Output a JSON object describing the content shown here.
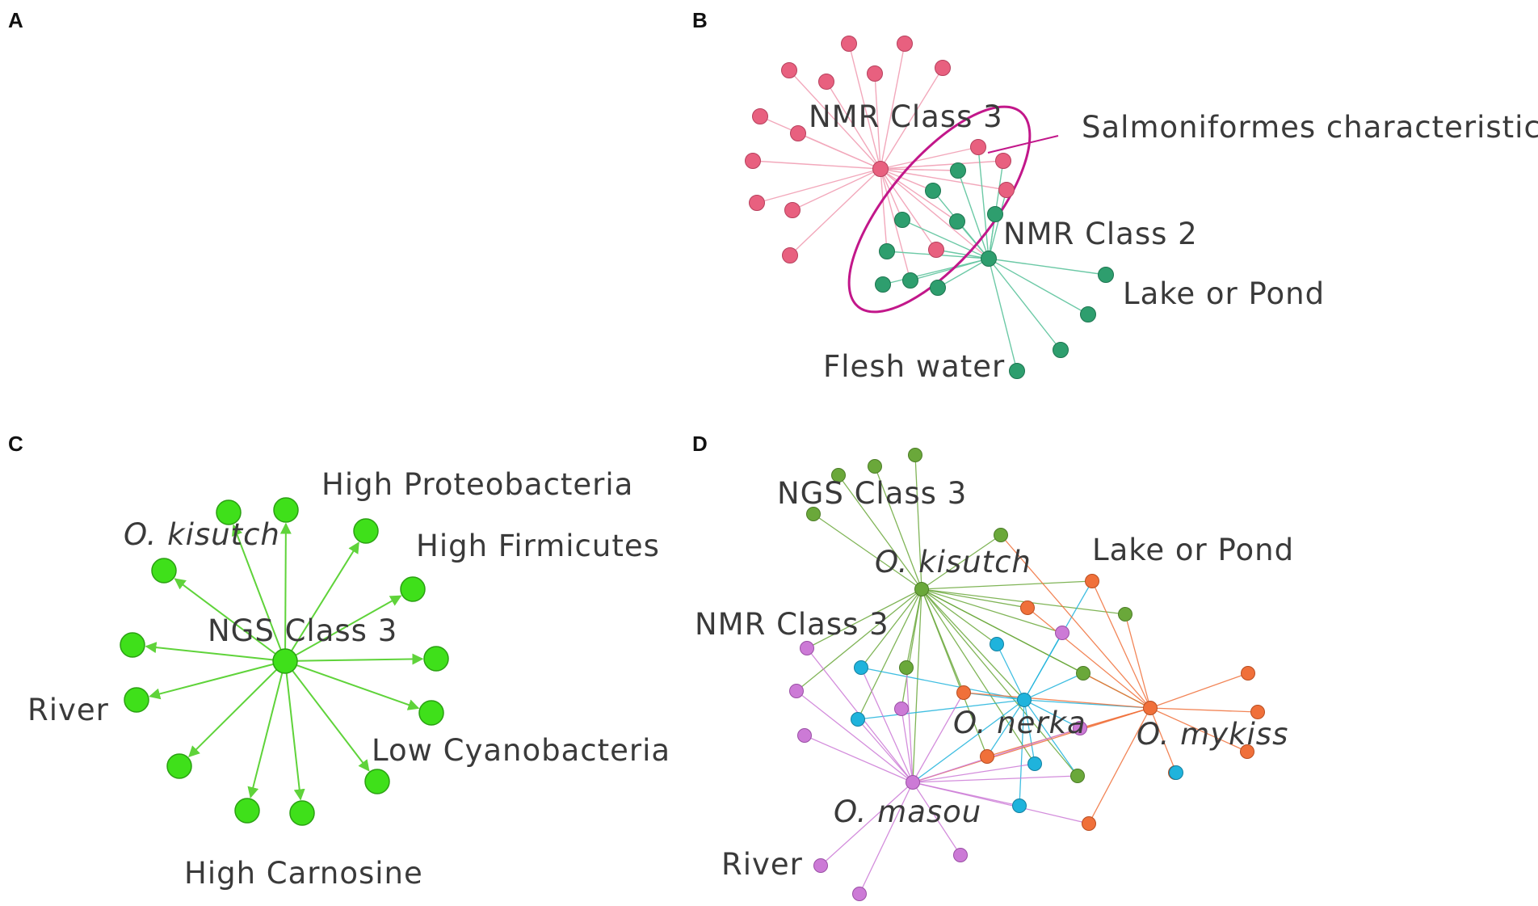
{
  "panels": {
    "A": {
      "letter": "A"
    },
    "B": {
      "letter": "B",
      "labels": {
        "hub_nmr3": "NMR Class 3",
        "hub_nmr2": "NMR Class 2",
        "annotation": "Salmoniformes characteristics",
        "lake": "Lake or Pond",
        "flesh": "Flesh water"
      },
      "colors": {
        "pink": "#e8607f",
        "green": "#2e9e6e",
        "edge_pink": "#f2a8bb",
        "edge_green": "#6cc9a6",
        "ellipse": "#c2178a"
      }
    },
    "C": {
      "letter": "C",
      "labels": {
        "hub": "NGS Class 3",
        "proteo": "High Proteobacteria",
        "kisutch": "O. kisutch",
        "firmicutes": "High Firmicutes",
        "river": "River",
        "cyano": "Low Cyanobacteria",
        "carnosine": "High Carnosine"
      },
      "colors": {
        "node": "#3fe01a",
        "edge": "#5fd33a"
      }
    },
    "D": {
      "letter": "D",
      "labels": {
        "ngs3": "NGS Class 3",
        "kisutch": "O. kisutch",
        "lake": "Lake or Pond",
        "nmr3": "NMR Class 3",
        "nerka": "O. nerka",
        "mykiss": "O. mykiss",
        "masou": "O. masou",
        "river": "River"
      },
      "colors": {
        "olive": "#6aa83a",
        "orange": "#f0703a",
        "cyan": "#1fb3dc",
        "violet": "#cc7ad6"
      }
    }
  }
}
